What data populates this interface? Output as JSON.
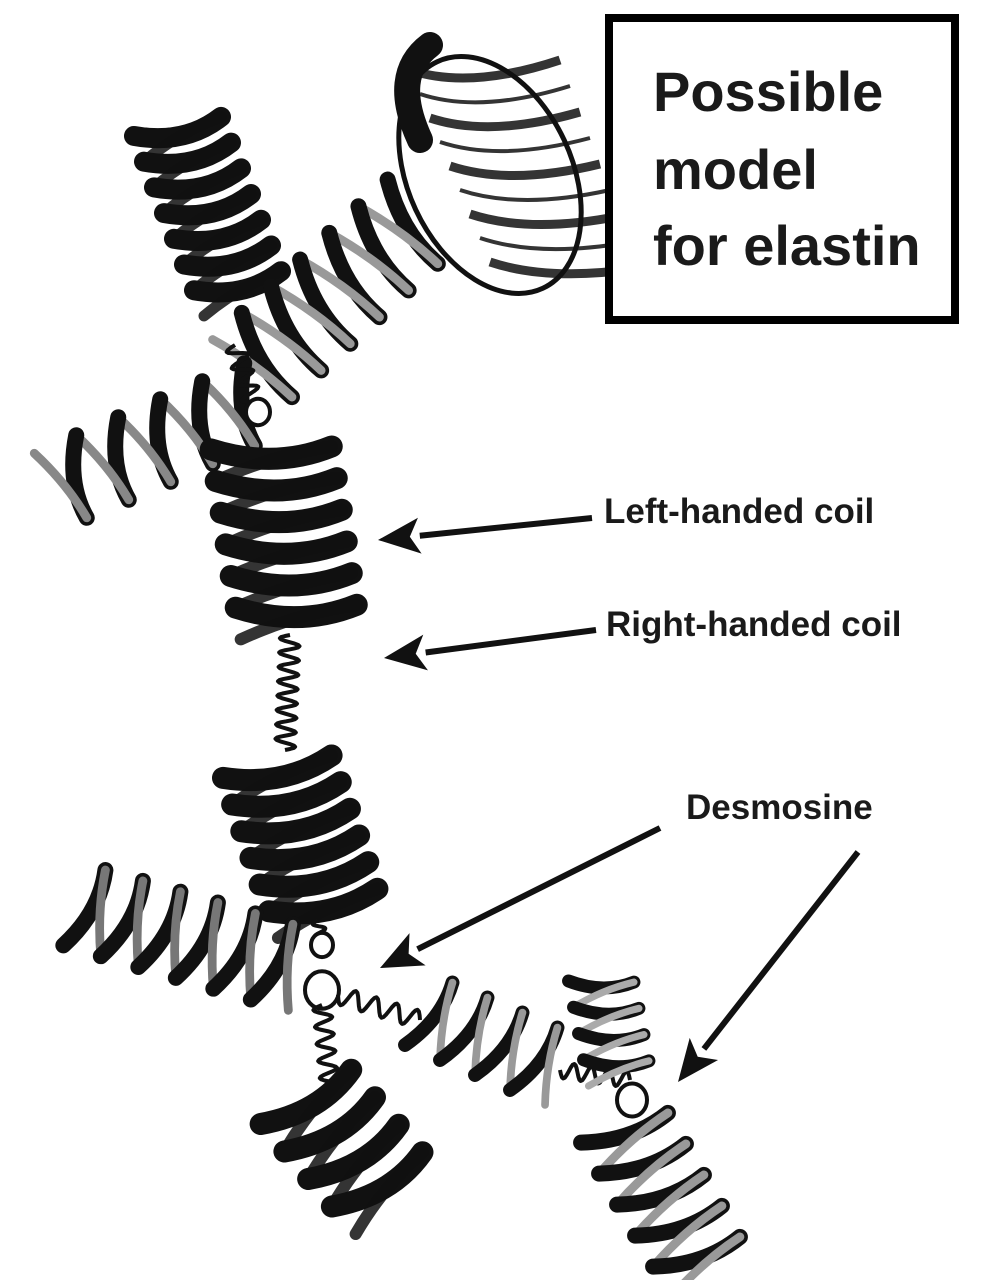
{
  "title": {
    "lines": [
      "Possible",
      "model",
      "for elastin"
    ]
  },
  "labels": {
    "left_handed": "Left-handed coil",
    "right_handed": "Right-handed coil",
    "desmosine": "Desmosine"
  },
  "colors": {
    "ink": "#111111",
    "background": "#ffffff"
  }
}
